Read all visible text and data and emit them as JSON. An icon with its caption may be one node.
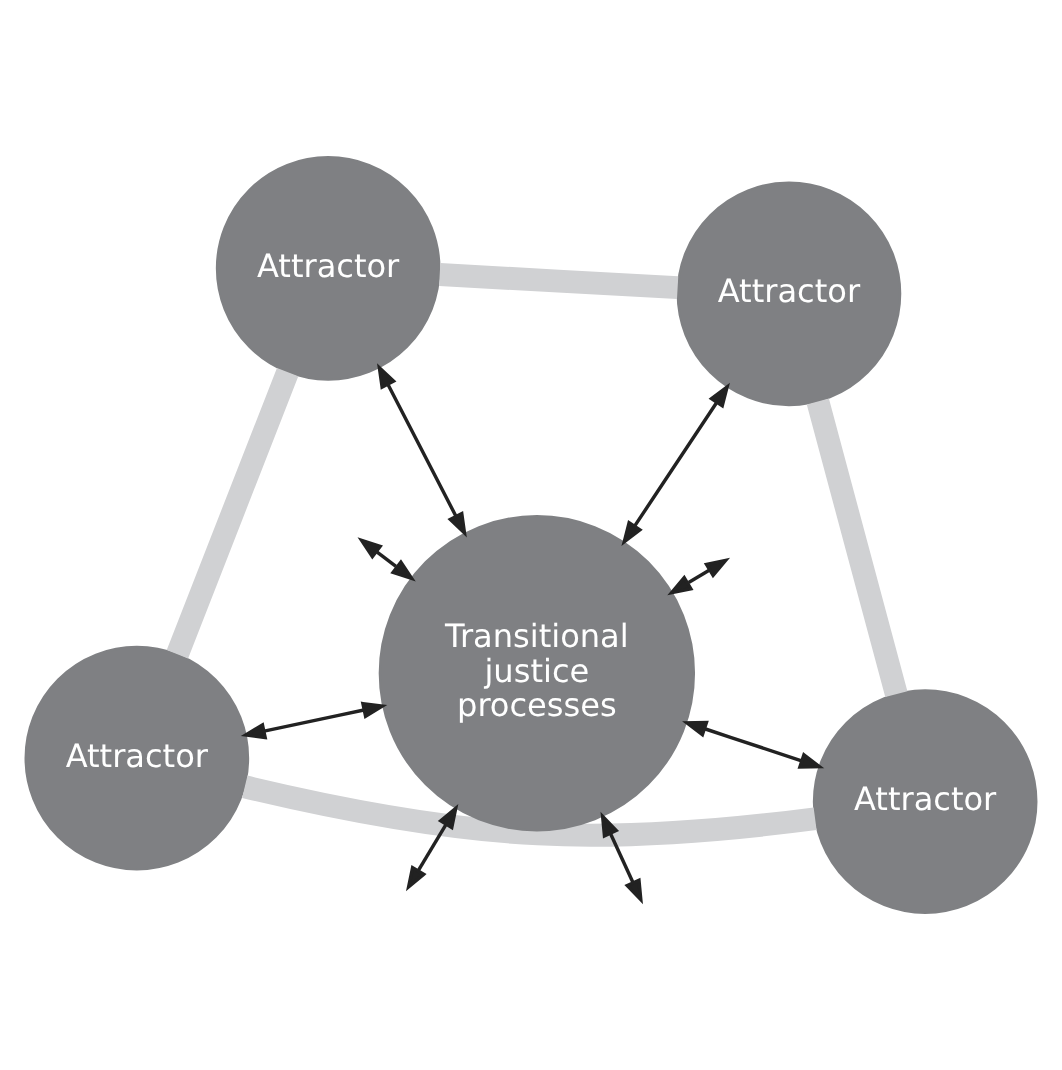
{
  "diagram": {
    "nodes": [
      {
        "text": [
          "Attractor"
        ]
      },
      {
        "text": [
          "Attractor"
        ]
      },
      {
        "text": [
          "Transitional justice processes"
        ]
      },
      {
        "text": [
          "Attractor"
        ]
      },
      {
        "text": [
          "Attractor"
        ]
      }
    ],
    "edges": [
      {
        "from": 0,
        "to": 3,
        "arrow": "none",
        "style": "thick",
        "color": "#d0d1d3"
      },
      {
        "from": 3,
        "to": 4,
        "arrow": "none",
        "style": "thick",
        "color": "#d0d1d3"
      },
      {
        "from": 4,
        "to": 1,
        "arrow": "none",
        "style": "thick",
        "color": "#d0d1d3"
      },
      {
        "from": 1,
        "to": 0,
        "arrow": "none",
        "style": "thick",
        "color": "#d0d1d3"
      },
      {
        "from": 2,
        "to": 0,
        "arrow": "both"
      },
      {
        "from": 2,
        "to": 1,
        "arrow": "both"
      },
      {
        "from": 2,
        "to": 3,
        "arrow": "both"
      },
      {
        "from": 2,
        "to": 4,
        "arrow": "both"
      },
      {
        "from": 2,
        "to": null,
        "arrow": "both"
      },
      {
        "from": 2,
        "to": null,
        "arrow": "both"
      },
      {
        "from": 2,
        "to": null,
        "arrow": "both"
      },
      {
        "from": 2,
        "to": null,
        "arrow": "both"
      }
    ]
  }
}
